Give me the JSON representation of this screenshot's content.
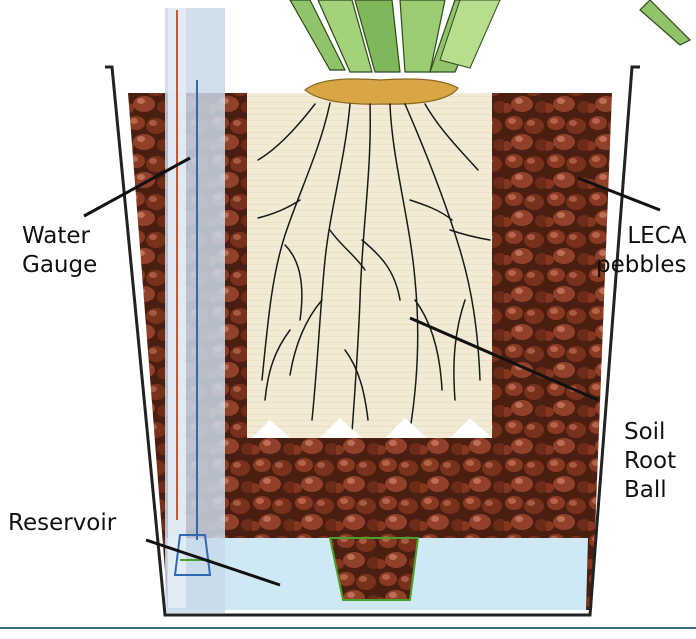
{
  "labels": {
    "water_gauge": [
      "Water",
      "Gauge"
    ],
    "leca": [
      "LECA",
      "pebbles"
    ],
    "soil_root_ball": [
      "Soil",
      "Root",
      "Ball"
    ],
    "reservoir": "Reservoir"
  },
  "colors": {
    "pebble_dark": "#4a1f12",
    "pebble_mid": "#8a3a22",
    "pebble_light": "#b5644a",
    "soil": "#f2ead4",
    "water": "#cfe9f4",
    "gauge": "#c9d9ea",
    "gauge_rod": "#d2532c",
    "plant": "#8fc46a",
    "pot_outline": "#222222",
    "roots": "#1a1a1a"
  }
}
